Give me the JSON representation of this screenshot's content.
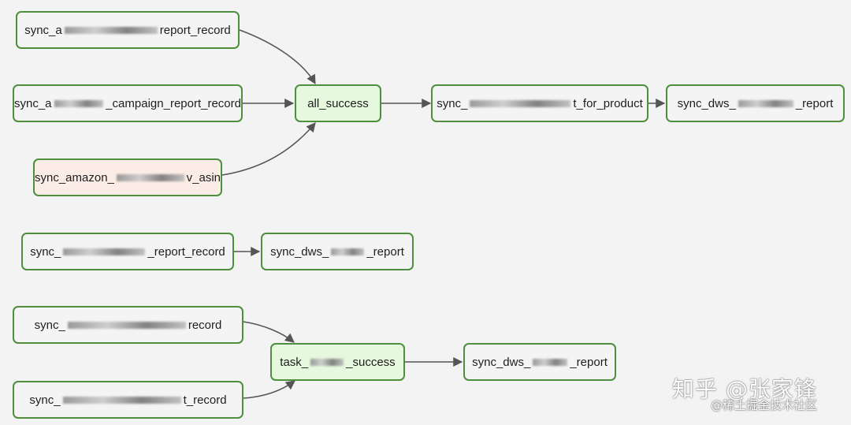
{
  "nodes": {
    "n1": {
      "prefix": "sync_a",
      "suffix": "report_record",
      "state": "success"
    },
    "n2": {
      "prefix": "sync_a",
      "suffix": "_campaign_report_record",
      "state": "success"
    },
    "n3": {
      "prefix": "sync_amazon_",
      "suffix": "v_asin",
      "state": "running"
    },
    "n4": {
      "label": "all_success",
      "state": "gate"
    },
    "n5": {
      "prefix": "sync_",
      "suffix": "t_for_product",
      "state": "success"
    },
    "n6": {
      "prefix": "sync_dws_",
      "suffix": "_report",
      "state": "success"
    },
    "n7": {
      "prefix": "sync_",
      "suffix": "_report_record",
      "state": "success"
    },
    "n8": {
      "prefix": "sync_dws_",
      "suffix": "_report",
      "state": "success"
    },
    "n9": {
      "prefix": "sync_",
      "suffix": "record",
      "state": "success"
    },
    "n10": {
      "prefix": "sync_",
      "suffix": "t_record",
      "state": "success"
    },
    "n11": {
      "prefix": "task_",
      "suffix": "_success",
      "state": "gate"
    },
    "n12": {
      "prefix": "sync_dws_",
      "suffix": "_report",
      "state": "success"
    }
  },
  "colors": {
    "node_border": "#4d8f3d",
    "gate_fill": "#e6f8dd",
    "running_fill": "#fbece6",
    "default_fill": "#f4f4f4",
    "edge": "#555555",
    "background": "#f3f3f3"
  },
  "watermark": {
    "main": "知乎 @张家锋",
    "sub": "@稀土掘金技术社区"
  }
}
